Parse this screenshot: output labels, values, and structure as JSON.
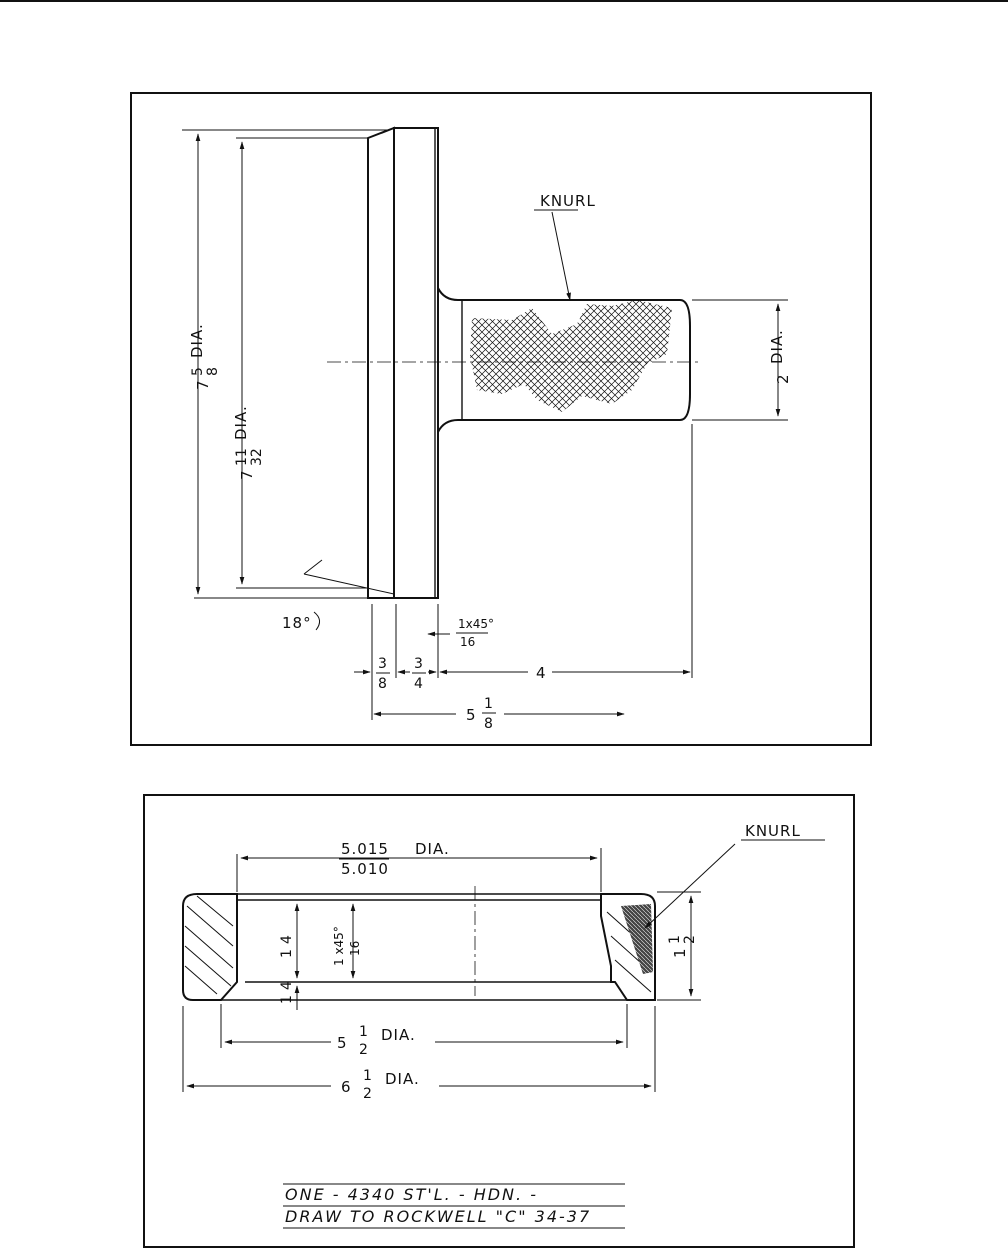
{
  "top_drawing": {
    "knurl_label": "KNURL",
    "outer_dia_whole": "7",
    "outer_dia_num": "5",
    "outer_dia_den": "8",
    "outer_dia_suffix": "DIA.",
    "inner_dia_whole": "7",
    "inner_dia_num": "11",
    "inner_dia_den": "32",
    "inner_dia_suffix": "DIA.",
    "shaft_dia": "2",
    "shaft_dia_suffix": "DIA.",
    "angle": "18°",
    "chamfer_top": "1x45°",
    "chamfer_bottom": "16",
    "len_a_num": "3",
    "len_a_den": "8",
    "len_b_num": "3",
    "len_b_den": "4",
    "len_c": "4",
    "overall_whole": "5",
    "overall_num": "1",
    "overall_den": "8"
  },
  "bottom_drawing": {
    "knurl_label": "KNURL",
    "bore_top": "5.015",
    "bore_bottom": "5.010",
    "bore_suffix": "DIA.",
    "chamfer_top": "1 x45°",
    "chamfer_bottom": "16",
    "step_upper_num": "1",
    "step_upper_den": "4",
    "step_lower_num": "1",
    "step_lower_den": "4",
    "height_whole": "1",
    "height_num": "1",
    "height_den": "2",
    "mid_dia_whole": "5",
    "mid_dia_num": "1",
    "mid_dia_den": "2",
    "mid_dia_suffix": "DIA.",
    "outer_dia_whole": "6",
    "outer_dia_num": "1",
    "outer_dia_den": "2",
    "outer_dia_suffix": "DIA.",
    "note_line1": "ONE - 4340  ST'L. - HDN. -",
    "note_line2": "DRAW  TO  ROCKWELL  \"C\"  34-37"
  }
}
